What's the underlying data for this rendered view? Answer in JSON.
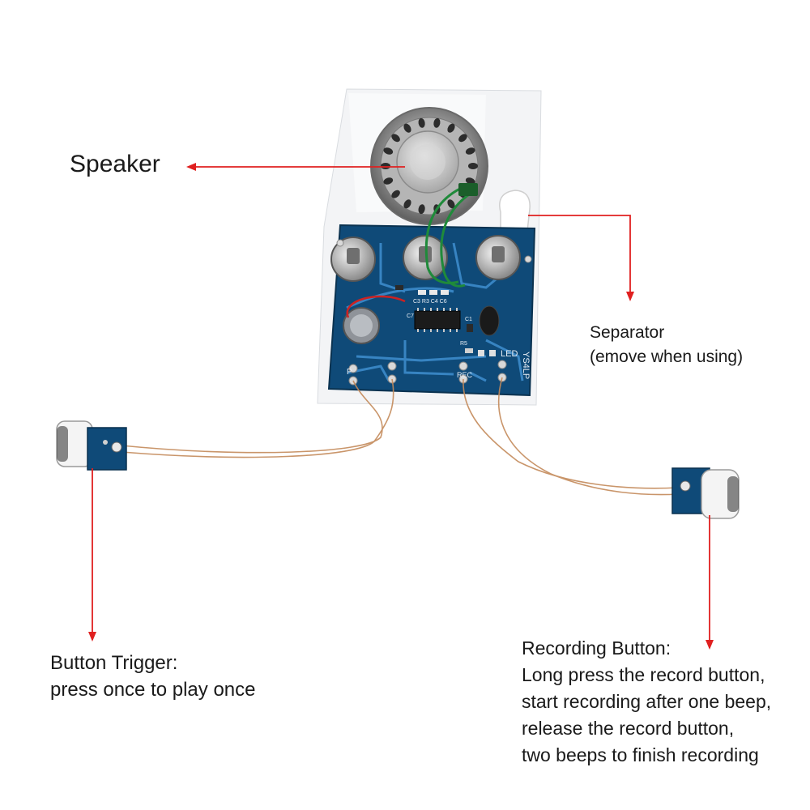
{
  "labels": {
    "speaker": "Speaker",
    "separator": [
      "Separator",
      "(emove when using)"
    ],
    "button_trigger": [
      "Button Trigger:",
      "press once to play once"
    ],
    "recording_button": [
      "Recording Button:",
      "Long press the record button,",
      "start recording after one beep,",
      "release the record button,",
      "two beeps to finish recording"
    ]
  },
  "board_markings": {
    "model": "YS4LP",
    "led": "LED",
    "rec": "REC",
    "play": "P",
    "components": [
      "C3 R3 C4 C6",
      "C7",
      "C1",
      "R5"
    ]
  },
  "colors": {
    "arrow": "#e02020",
    "pcb": "#0f4a78",
    "trace": "#3f8fd0",
    "wire": "#c48a5a",
    "green_wire": "#1f8a3a"
  }
}
